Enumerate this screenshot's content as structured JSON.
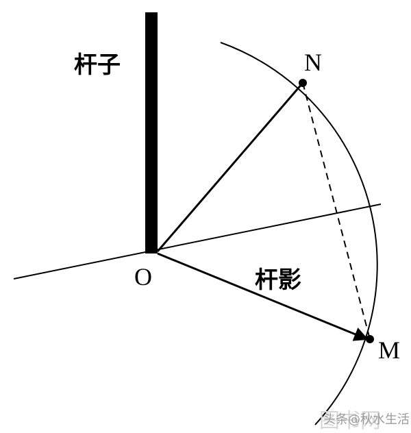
{
  "labels": {
    "pole": "杆子",
    "shadow": "杆影",
    "point_o": "O",
    "point_n": "N",
    "point_m": "M"
  },
  "watermark": {
    "text": "头条@秋水生活",
    "background_text": "图书网"
  },
  "colors": {
    "ink": "#000000",
    "background": "#ffffff",
    "watermark": "#9a9a9a"
  }
}
